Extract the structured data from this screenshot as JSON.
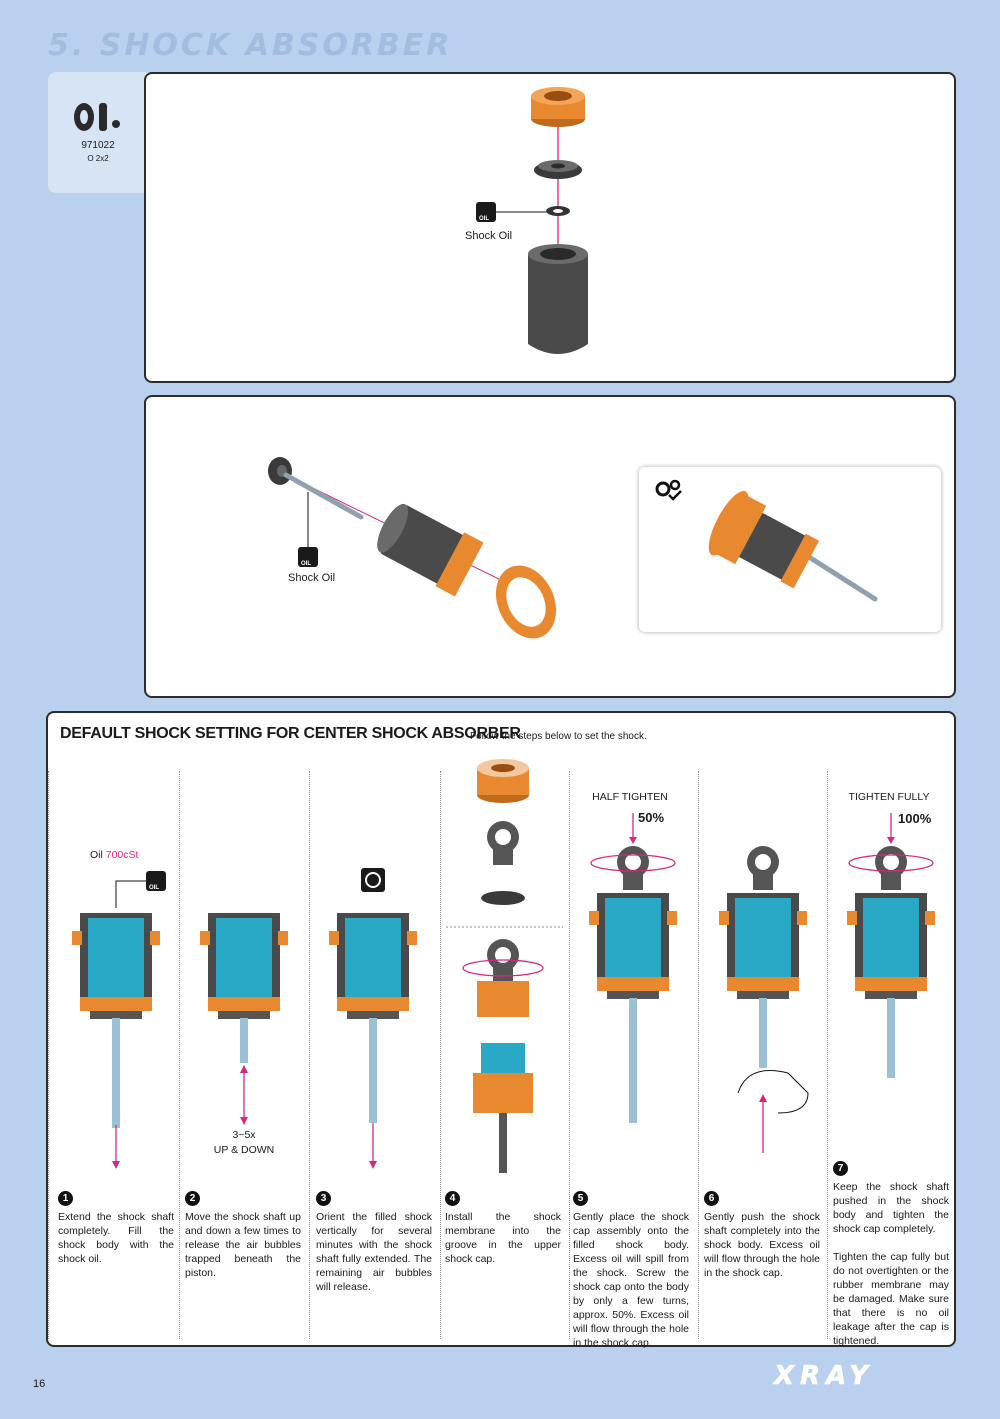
{
  "section": {
    "title": "5. SHOCK ABSORBER"
  },
  "part": {
    "code": "OI",
    "number": "971022",
    "desc": "O 2x2"
  },
  "panel1": {
    "oil_label": "Shock Oil"
  },
  "panel2": {
    "oil_label": "Shock Oil"
  },
  "default": {
    "title": "DEFAULT SHOCK SETTING FOR CENTER SHOCK ABSORBER",
    "subtitle": "Follow the steps below to set the shock.",
    "oil_prefix": "Oil ",
    "oil_value": "700cSt",
    "updown_count": "3~5x",
    "updown_label": "UP & DOWN",
    "half_label": "HALF TIGHTEN",
    "half_pct": "50%",
    "full_label": "TIGHTEN FULLY",
    "full_pct": "100%",
    "steps": [
      {
        "num": "1",
        "text": "Extend the shock shaft completely. Fill the shock body with the shock oil."
      },
      {
        "num": "2",
        "text": "Move the shock shaft up and down a few times to release the air bubbles trapped beneath the piston."
      },
      {
        "num": "3",
        "text": "Orient the filled shock vertically for several minutes with the shock shaft fully extended. The remaining air bubbles will release."
      },
      {
        "num": "4",
        "text": "Install the shock membrane into the groove in the upper shock cap."
      },
      {
        "num": "5",
        "text": "Gently place the shock cap assembly onto the filled shock body. Excess oil will spill from the shock. Screw the shock cap onto the body by only a few turns, approx. 50%. Excess oil will flow through the hole in the shock cap."
      },
      {
        "num": "6",
        "text": "Gently push the shock shaft completely into the shock body. Excess oil will flow through the hole in the shock cap."
      },
      {
        "num": "7",
        "text": "Keep the shock shaft pushed in the shock body and tighten the shock cap completely.",
        "text2": "Tighten the cap fully but do not overtighten or the rubber membrane may be damaged. Make sure that there is no oil leakage after the cap is tightened."
      }
    ]
  },
  "footer": {
    "page": "16",
    "brand": "XRAY"
  },
  "colors": {
    "orange": "#e8892f",
    "magenta": "#d6287e",
    "oil": "#2aa9c6",
    "dark": "#4a4a4a"
  }
}
